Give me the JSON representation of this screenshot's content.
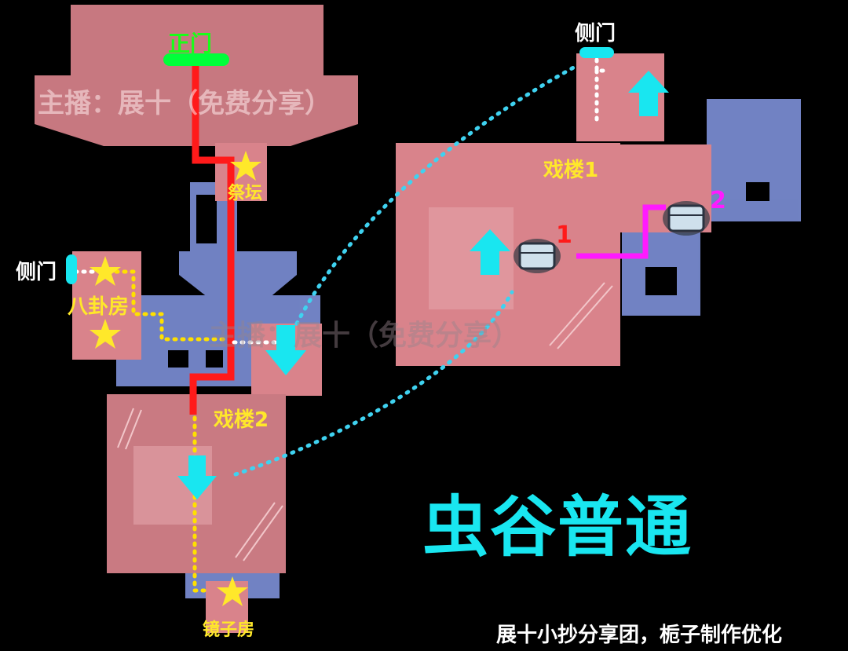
{
  "title": "虫谷普通",
  "credit": "展十小抄分享团，栀子制作优化",
  "watermarks": {
    "streamer": "主播：展十（免费分享）",
    "center": "主播：展十（免费分享）"
  },
  "labels": {
    "main_gate": "正门",
    "side_gate_left": "侧门",
    "side_gate_right": "侧门",
    "altar": "祭坛",
    "bagua_room": "八卦房",
    "theater_1": "戏楼1",
    "theater_2": "戏楼2",
    "mirror_room": "镜子房",
    "marker_1": "1",
    "marker_2": "2"
  },
  "colors": {
    "room_red": "#d9838b",
    "room_blue": "#7d90d8",
    "route_red": "#ff1a1a",
    "route_magenta": "#ff1aff",
    "route_yellow": "#ffe000",
    "route_cyan": "#3fd2f0",
    "route_white": "#ffffff",
    "title_cyan": "#19e6f0",
    "gate_green": "#00ff3a"
  },
  "icons": [
    "star-icon",
    "up-arrow-icon",
    "down-arrow-icon",
    "chest-icon",
    "gate-marker-icon"
  ]
}
